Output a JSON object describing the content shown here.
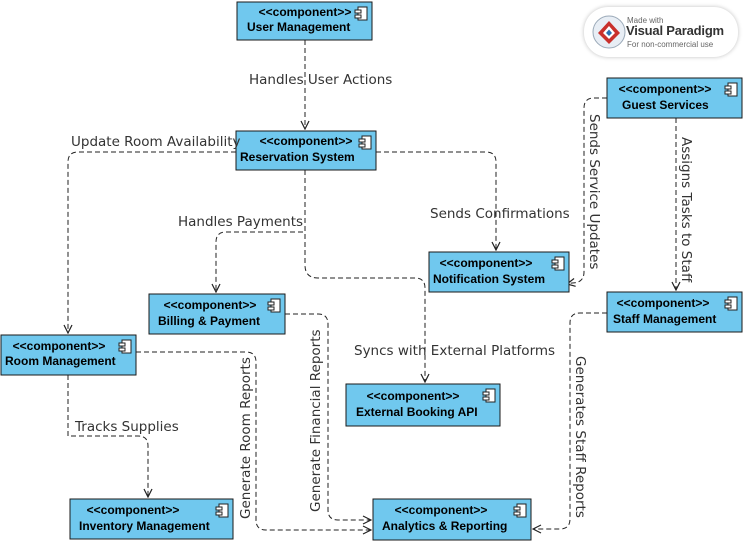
{
  "diagram": {
    "stereotype": "<<component>>",
    "components": [
      {
        "id": "user-management",
        "name": "User Management"
      },
      {
        "id": "reservation-system",
        "name": "Reservation System"
      },
      {
        "id": "guest-services",
        "name": "Guest Services"
      },
      {
        "id": "notification-system",
        "name": "Notification System"
      },
      {
        "id": "billing-payment",
        "name": "Billing & Payment"
      },
      {
        "id": "room-management",
        "name": "Room Management"
      },
      {
        "id": "staff-management",
        "name": "Staff Management"
      },
      {
        "id": "external-booking-api",
        "name": "External Booking API"
      },
      {
        "id": "inventory-management",
        "name": "Inventory Management"
      },
      {
        "id": "analytics-reporting",
        "name": "Analytics & Reporting"
      }
    ],
    "edges": [
      {
        "id": "user-reservation",
        "from": "user-management",
        "to": "reservation-system",
        "label": "Handles User Actions"
      },
      {
        "id": "reservation-room",
        "from": "reservation-system",
        "to": "room-management",
        "label": "Update Room Availability"
      },
      {
        "id": "reservation-billing",
        "from": "reservation-system",
        "to": "billing-payment",
        "label": "Handles Payments"
      },
      {
        "id": "reservation-notification",
        "from": "reservation-system",
        "to": "notification-system",
        "label": "Sends Confirmations"
      },
      {
        "id": "reservation-external",
        "from": "reservation-system",
        "to": "external-booking-api",
        "label": "Syncs with External Platforms"
      },
      {
        "id": "guest-notification",
        "from": "guest-services",
        "to": "notification-system",
        "label": "Sends Service Updates"
      },
      {
        "id": "guest-staff",
        "from": "guest-services",
        "to": "staff-management",
        "label": "Assigns Tasks to Staff"
      },
      {
        "id": "room-inventory",
        "from": "room-management",
        "to": "inventory-management",
        "label": "Tracks Supplies"
      },
      {
        "id": "room-analytics",
        "from": "room-management",
        "to": "analytics-reporting",
        "label": "Generate Room Reports"
      },
      {
        "id": "billing-analytics",
        "from": "billing-payment",
        "to": "analytics-reporting",
        "label": "Generate Financial Reports"
      },
      {
        "id": "staff-analytics",
        "from": "staff-management",
        "to": "analytics-reporting",
        "label": "Generates Staff Reports"
      }
    ]
  },
  "watermark": {
    "small": "Made with",
    "brand": "Visual Paradigm",
    "sub": "For non-commercial use"
  }
}
